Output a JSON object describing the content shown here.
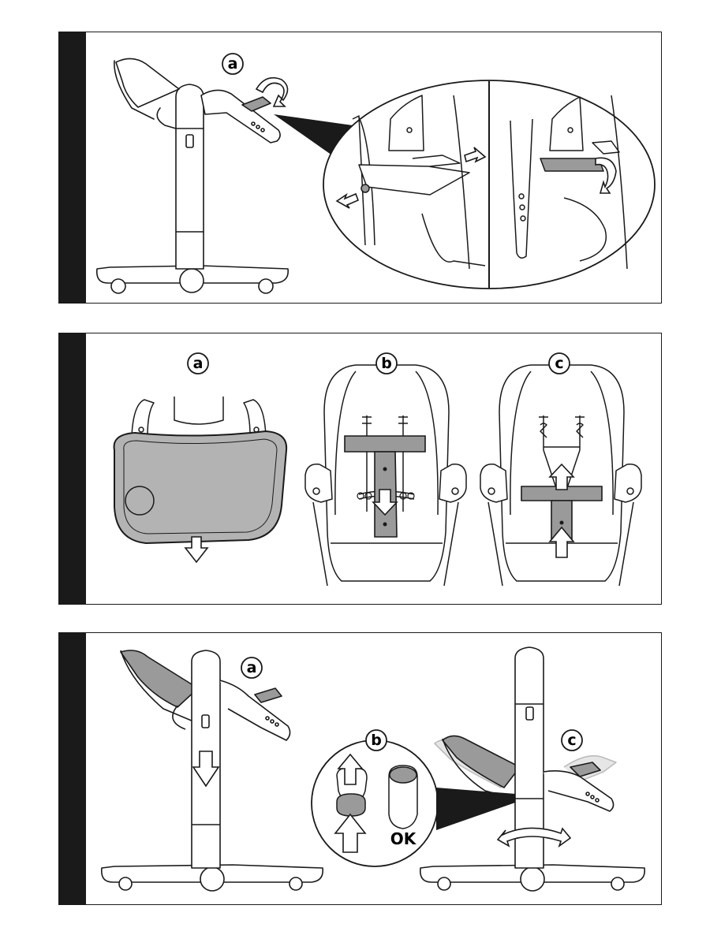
{
  "panels": [
    {
      "id": "step-1",
      "labels": {
        "a": "a"
      }
    },
    {
      "id": "step-2",
      "labels": {
        "a": "a",
        "b": "b",
        "c": "c"
      }
    },
    {
      "id": "step-3",
      "labels": {
        "a": "a",
        "b": "b",
        "c": "c",
        "ok": "OK"
      }
    }
  ],
  "colors": {
    "frame": "#1a1a1a",
    "part_fill": "#9a9a9a",
    "tray_fill": "#b3b3b3",
    "line": "#1a1a1a"
  }
}
